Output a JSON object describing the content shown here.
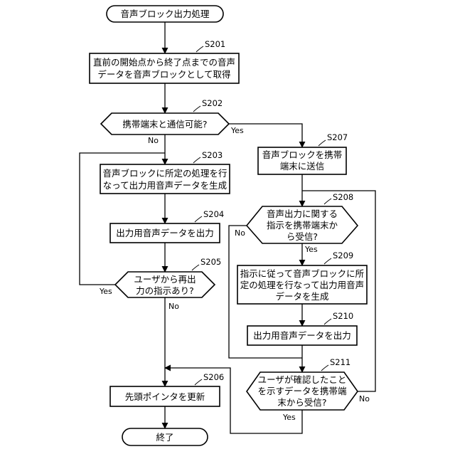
{
  "nodes": {
    "start": {
      "text": [
        "音声ブロック出力処理"
      ]
    },
    "s201": {
      "tag": "S201",
      "text": [
        "直前の開始点から終了点までの音声",
        "データを音声ブロックとして取得"
      ]
    },
    "s202": {
      "tag": "S202",
      "text": [
        "携帯端末と通信可能?"
      ]
    },
    "s203": {
      "tag": "S203",
      "text": [
        "音声ブロックに所定の処理を行",
        "なって出力用音声データを生成"
      ]
    },
    "s204": {
      "tag": "S204",
      "text": [
        "出力用音声データを出力"
      ]
    },
    "s205": {
      "tag": "S205",
      "text": [
        "ユーザから再出",
        "力の指示あり?"
      ]
    },
    "s206": {
      "tag": "S206",
      "text": [
        "先頭ポインタを更新"
      ]
    },
    "end": {
      "text": [
        "終了"
      ]
    },
    "s207": {
      "tag": "S207",
      "text": [
        "音声ブロックを携帯",
        "端末に送信"
      ]
    },
    "s208": {
      "tag": "S208",
      "text": [
        "音声出力に関する",
        "指示を携帯端末か",
        "ら受信?"
      ]
    },
    "s209": {
      "tag": "S209",
      "text": [
        "指示に従って音声ブロックに所",
        "定の処理を行なって出力用音声",
        "データを生成"
      ]
    },
    "s210": {
      "tag": "S210",
      "text": [
        "出力用音声データを出力"
      ]
    },
    "s211": {
      "tag": "S211",
      "text": [
        "ユーザが確認したこと",
        "を示すデータを携帯端",
        "末から受信?"
      ]
    }
  },
  "branch_labels": {
    "s202_yes": "Yes",
    "s202_no": "No",
    "s205_yes": "Yes",
    "s205_no": "No",
    "s208_yes": "Yes",
    "s208_no": "No",
    "s211_yes": "Yes",
    "s211_no": "No"
  }
}
